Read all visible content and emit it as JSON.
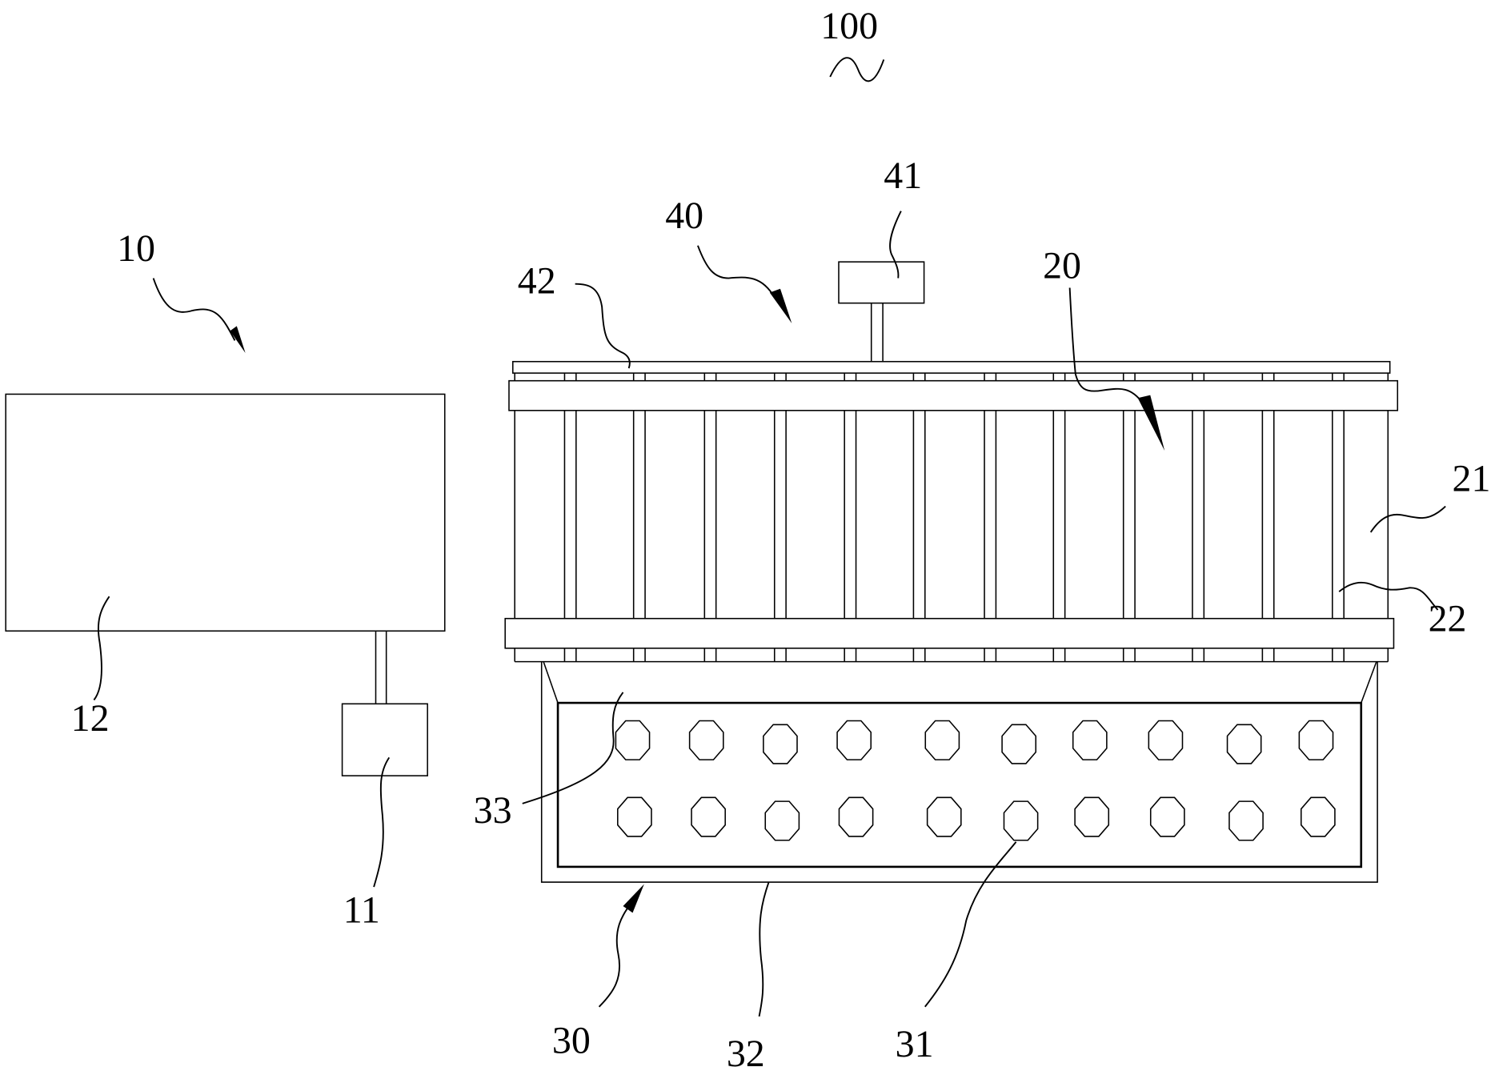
{
  "figure": {
    "title_label": "100",
    "components": [
      {
        "id": "10",
        "label": "10",
        "description": "left unit assembly"
      },
      {
        "id": "11",
        "label": "11",
        "description": "small box below unit 12"
      },
      {
        "id": "12",
        "label": "12",
        "description": "large rectangular body"
      },
      {
        "id": "20",
        "label": "20",
        "description": "frame assembly"
      },
      {
        "id": "21",
        "label": "21",
        "description": "frame outer wall"
      },
      {
        "id": "22",
        "label": "22",
        "description": "vertical bar"
      },
      {
        "id": "30",
        "label": "30",
        "description": "lower tray assembly"
      },
      {
        "id": "31",
        "label": "31",
        "description": "holes"
      },
      {
        "id": "32",
        "label": "32",
        "description": "outer tray"
      },
      {
        "id": "33",
        "label": "33",
        "description": "sloped hopper"
      },
      {
        "id": "40",
        "label": "40",
        "description": "top assembly"
      },
      {
        "id": "41",
        "label": "41",
        "description": "top drive box"
      },
      {
        "id": "42",
        "label": "42",
        "description": "top plate"
      }
    ],
    "hole_rows": 2,
    "holes_per_row": 10,
    "vertical_bars": 12
  }
}
